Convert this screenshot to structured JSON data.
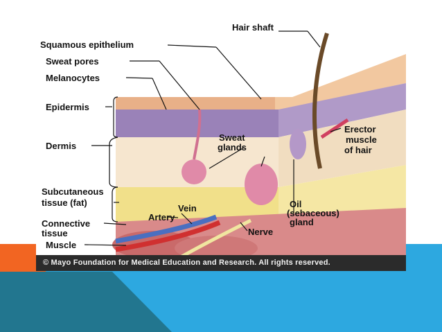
{
  "theme": {
    "accent_blue": "#2da8e0",
    "accent_orange": "#f26522",
    "accent_teal": "#22768f",
    "caption_bg": "#2b2b2b"
  },
  "figure": {
    "labels": {
      "hair_shaft": "Hair shaft",
      "squamous_epithelium": "Squamous epithelium",
      "sweat_pores": "Sweat pores",
      "melanocytes": "Melanocytes",
      "epidermis": "Epidermis",
      "dermis": "Dermis",
      "subcutaneous_1": "Subcutaneous",
      "subcutaneous_2": "tissue (fat)",
      "connective_1": "Connective",
      "connective_2": "tissue",
      "muscle": "Muscle",
      "sweat_glands_1": "Sweat",
      "sweat_glands_2": "glands",
      "erector_1": "Erector",
      "erector_2": "muscle",
      "erector_3": "of hair",
      "oil_1": "Oil",
      "oil_2": "(sebaceous)",
      "oil_3": "gland",
      "vein": "Vein",
      "artery": "Artery",
      "nerve": "Nerve"
    },
    "copyright": "© Mayo Foundation for Medical Education and Research.  All rights reserved."
  }
}
